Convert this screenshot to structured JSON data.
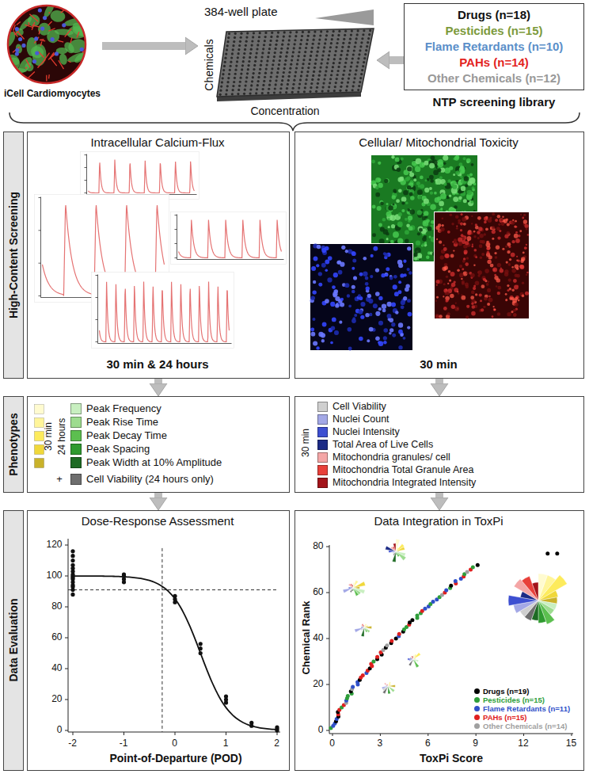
{
  "diagram": {
    "nodes": [
      {
        "text": [
          "iCell Cardiomyocytes"
        ]
      },
      {
        "text": [
          "384-well plate",
          "Chemicals",
          "Concentration"
        ]
      },
      {
        "text": [
          "Drugs (n=18)",
          "Pesticides (n=15)",
          "Flame Retardants (n=10)",
          "PAHs (n=14)",
          "Other Chemicals (n=12)",
          "NTP screening library"
        ]
      },
      {
        "text": [
          "High-Content Screening"
        ]
      },
      {
        "text": [
          "Intracellular Calcium-Flux",
          "30 min & 24 hours"
        ]
      },
      {
        "text": [
          "Cellular/ Mitochondrial Toxicity",
          "30 min"
        ]
      },
      {
        "text": [
          "Phenotypes"
        ]
      },
      {
        "text": [
          "30 min",
          "24 hours"
        ]
      },
      {
        "text": [
          "30 min"
        ]
      },
      {
        "text": [
          "Data Evaluation"
        ]
      },
      {
        "text": [
          "Dose-Response Assessment",
          "Point-of-Departure (POD)"
        ]
      },
      {
        "text": [
          "Data Integration in ToxPi",
          "Chemical Rank",
          "ToxPi Score"
        ]
      }
    ],
    "edges": [
      {
        "from": 0,
        "to": 1,
        "arrow": "to"
      },
      {
        "from": 2,
        "to": 1,
        "arrow": "to"
      },
      {
        "from": 4,
        "to": 7,
        "arrow": "to"
      },
      {
        "from": 5,
        "to": 8,
        "arrow": "to"
      },
      {
        "from": 7,
        "to": 10,
        "arrow": "to"
      },
      {
        "from": 8,
        "to": 11,
        "arrow": "to"
      }
    ],
    "labels": [
      "+",
      "120",
      "100",
      "80",
      "60",
      "40",
      "20",
      "0",
      "-2",
      "-1",
      "0",
      "1",
      "2",
      "0",
      "20",
      "40",
      "60",
      "80",
      "0",
      "3",
      "6",
      "9",
      "12",
      "15"
    ],
    "legend": [
      {
        "text": "Peak Frequency",
        "color": "#c8efc0"
      },
      {
        "text": "Peak Rise Time",
        "color": "#9ddc8f"
      },
      {
        "text": "Peak Decay Time",
        "color": "#5cbf4f"
      },
      {
        "text": "Peak Spacing",
        "color": "#2f9a2f"
      },
      {
        "text": "Peak Width at 10% Amplitude",
        "color": "#1e6b24"
      },
      {
        "text": "Cell Viability (24 hours only)",
        "color": "#6e6e6e"
      },
      {
        "text": "Cell Viability",
        "color": "#cfcfcf"
      },
      {
        "text": "Nuclei Count",
        "color": "#a3a8e6"
      },
      {
        "text": "Nuclei Intensity",
        "color": "#3d4fd1"
      },
      {
        "text": "Total Area of Live Cells",
        "color": "#1c2b86"
      },
      {
        "text": "Mitochondria granules/ cell",
        "color": "#f4a6a6"
      },
      {
        "text": "Mitochondria Total Granule Area",
        "color": "#e8403a"
      },
      {
        "text": "Mitochondria Integrated Intensity",
        "color": "#a3141a"
      },
      {
        "text": "Drugs (n=19)",
        "color": "#000000"
      },
      {
        "text": "Pesticides (n=15)",
        "color": "#2e9e3a"
      },
      {
        "text": "Flame Retardants (n=11)",
        "color": "#3050c8"
      },
      {
        "text": "PAHs (n=15)",
        "color": "#e02020"
      },
      {
        "text": "Other Chemicals (n=14)",
        "color": "#a0a0a0"
      }
    ]
  }
}
